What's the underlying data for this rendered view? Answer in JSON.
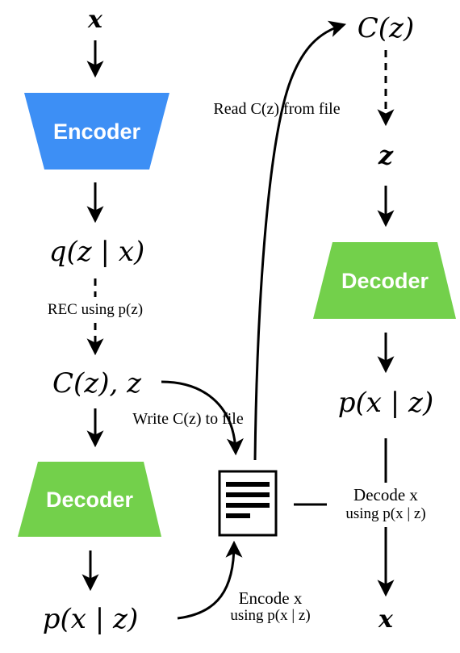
{
  "colors": {
    "encoder": "#3d8ff5",
    "decoder": "#73d04b",
    "ink": "#000000"
  },
  "nodes": {
    "x_top": "x",
    "encoder_label": "Encoder",
    "q_post": "q(z | x)",
    "rec_note": "REC using p(z)",
    "c_z_left": "C(z), z",
    "decoder_left_label": "Decoder",
    "p_left": "p(x | z)",
    "c_z_right": "C(z)",
    "z_right": "z",
    "decoder_right_label": "Decoder",
    "p_right": "p(x | z)",
    "x_bottom_right": "x"
  },
  "edges": {
    "read_label": "Read C(z) from file",
    "write_label": "Write C(z) to file",
    "encode_line1": "Encode x",
    "encode_line2": "using p(x | z)",
    "decode_line1": "Decode x",
    "decode_line2": "using p(x | z)"
  },
  "icons": {
    "file": "file-document-icon"
  }
}
